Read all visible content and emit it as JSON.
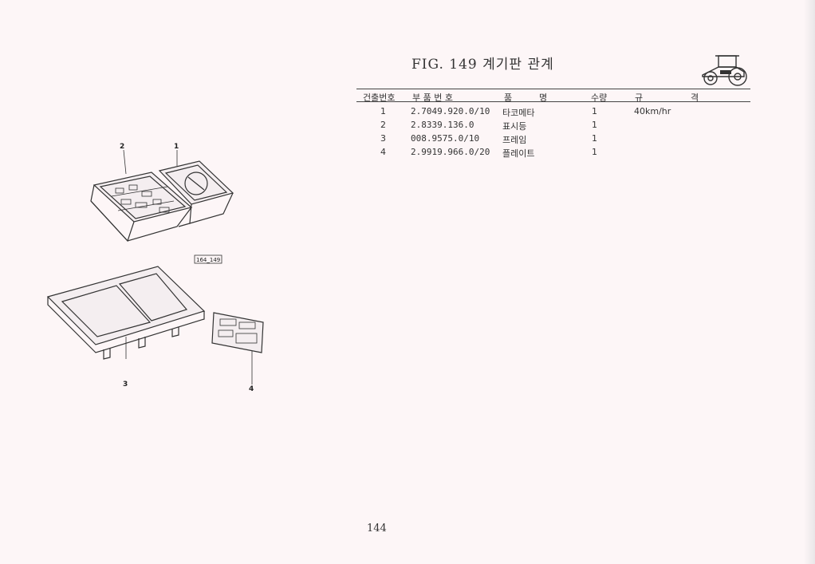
{
  "figure": {
    "title": "FIG. 149 계기판 관계"
  },
  "table": {
    "headers": {
      "item_no": "건출번호",
      "part_no": "부 품 번 호",
      "name_1": "품",
      "name_2": "명",
      "qty": "수량",
      "spec_1": "규",
      "spec_2": "격"
    },
    "rows": [
      {
        "item": "1",
        "part": "2.7049.920.0/10",
        "name": "타코메타",
        "qty": "1",
        "spec": "40km/hr"
      },
      {
        "item": "2",
        "part": "2.8339.136.0",
        "name": "표시등",
        "qty": "1",
        "spec": ""
      },
      {
        "item": "3",
        "part": "008.9575.0/10",
        "name": "프레임",
        "qty": "1",
        "spec": ""
      },
      {
        "item": "4",
        "part": "2.9919.966.0/20",
        "name": "플레이트",
        "qty": "1",
        "spec": ""
      }
    ]
  },
  "drawing": {
    "callouts": [
      "2",
      "1",
      "3",
      "4"
    ],
    "ref_tag": "164_149"
  },
  "page": {
    "number": "144"
  },
  "icons": [
    "tractor-icon"
  ]
}
